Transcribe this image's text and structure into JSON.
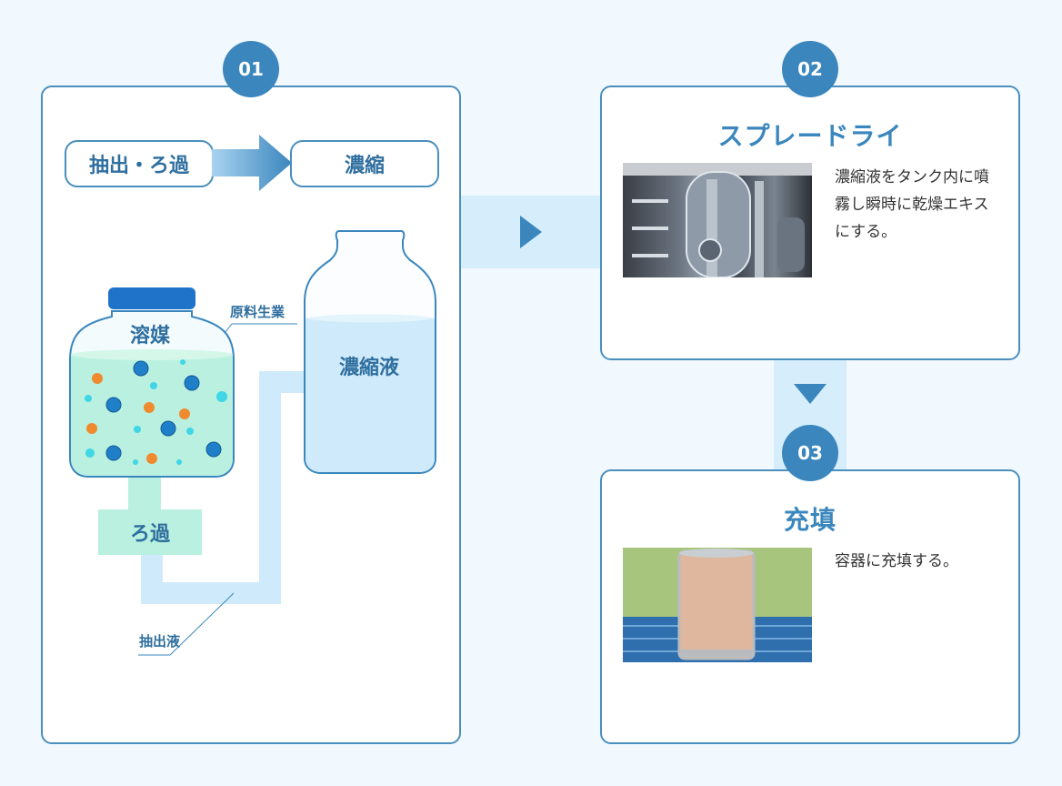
{
  "steps": [
    {
      "num": "01"
    },
    {
      "num": "02",
      "title": "スプレードライ",
      "desc": "濃縮液をタンク内に噴霧し瞬時に乾燥エキスにする。"
    },
    {
      "num": "03",
      "title": "充填",
      "desc": "容器に充填する。"
    }
  ],
  "step1": {
    "extract_filter": "抽出・ろ過",
    "concentrate": "濃縮",
    "solvent": "溶媒",
    "raw_material": "原料生業",
    "concentrate_liquid": "濃縮液",
    "filtration": "ろ過",
    "extract_liquid": "抽出液"
  },
  "colors": {
    "accent": "#3a86bd",
    "border": "#4a8fbd",
    "flow": "#d6eefb",
    "mint": "#b9f0e0",
    "background": "#f1f8fe"
  },
  "icons": [
    "arrow-right-icon",
    "arrow-down-icon",
    "beaker-icon",
    "bottle-icon"
  ]
}
